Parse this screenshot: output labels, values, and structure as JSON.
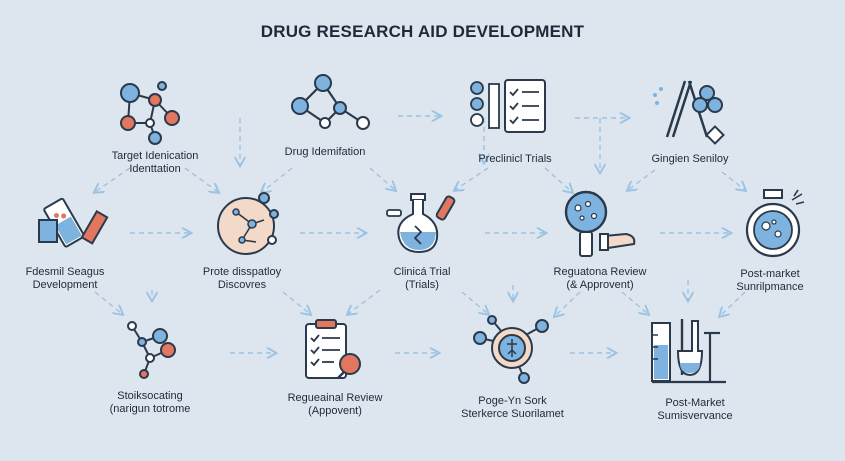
{
  "title": "DRUG RESEARCH AID DEVELOPMENT",
  "nodes": {
    "target": [
      "Target Idenication",
      "Identtation"
    ],
    "drug_id": [
      "Drug Idemifation"
    ],
    "preclinical": [
      "Preclinicl Trials"
    ],
    "gingien": [
      "Gingien Seniloy"
    ],
    "fdesmil": [
      "Fdesmil Seagus",
      "Development"
    ],
    "protein": [
      "Prote disspatloy",
      "Discovres"
    ],
    "clinical": [
      "Clinicá Trial",
      "(Trials)"
    ],
    "regulatory1": [
      "Reguatona Review",
      "(& Approvent)"
    ],
    "postmarket1": [
      "Post-market",
      "Sunrilpmance"
    ],
    "stoiksocating": [
      "Stoiksocating",
      "(narigun totrome"
    ],
    "regulatory2": [
      "Regueainal Review",
      "(Appovent)"
    ],
    "pogeyn": [
      "Poge-Yn Sork",
      "Sterkerce Suorilamet"
    ],
    "postmarket2": [
      "Post-Market",
      "Sumisvervance"
    ]
  },
  "colors": {
    "blue": "#7fb3df",
    "red": "#e2765f",
    "ink": "#2a3a4c",
    "arrow": "#9cc3e2",
    "peach": "#f3d9c8"
  }
}
